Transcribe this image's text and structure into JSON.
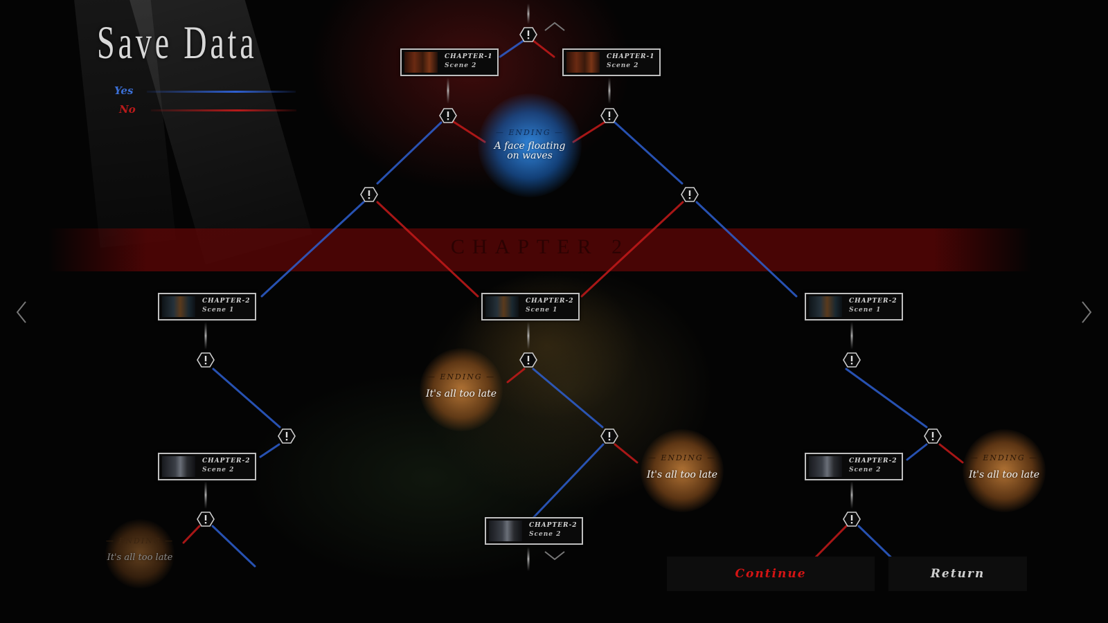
{
  "header": {
    "title": "Save Data"
  },
  "legend": {
    "yes_label": "Yes",
    "no_label": "No",
    "yes_color": "#2e5fd0",
    "no_color": "#b81a1a"
  },
  "chapter_band": {
    "label": "CHAPTER 2"
  },
  "scenes": [
    {
      "chapter": "CHAPTER-1",
      "scene": "Scene 2",
      "thumb": "warm"
    },
    {
      "chapter": "CHAPTER-1",
      "scene": "Scene 2",
      "thumb": "warm"
    },
    {
      "chapter": "CHAPTER-2",
      "scene": "Scene 1",
      "thumb": "cool"
    },
    {
      "chapter": "CHAPTER-2",
      "scene": "Scene 1",
      "thumb": "cool"
    },
    {
      "chapter": "CHAPTER-2",
      "scene": "Scene 1",
      "thumb": "cool"
    },
    {
      "chapter": "CHAPTER-2",
      "scene": "Scene 2",
      "thumb": "figure"
    },
    {
      "chapter": "CHAPTER-2",
      "scene": "Scene 2",
      "thumb": "figure"
    },
    {
      "chapter": "CHAPTER-2",
      "scene": "Scene 2",
      "thumb": "figure"
    }
  ],
  "endings": [
    {
      "tag": "— ENDING —",
      "title": "A face floating on waves",
      "glow": "blue"
    },
    {
      "tag": "— ENDING —",
      "title": "It's all too late",
      "glow": "orange"
    },
    {
      "tag": "— ENDING —",
      "title": "It's all too late",
      "glow": "orange"
    },
    {
      "tag": "— ENDING —",
      "title": "It's all too late",
      "glow": "orange"
    },
    {
      "tag": "— ENDING —",
      "title": "It's all too late",
      "glow": "dim"
    }
  ],
  "icons": {
    "decision": "exclamation-hexagon-icon",
    "left": "chevron-left-icon",
    "right": "chevron-right-icon",
    "up": "chevron-up-icon",
    "down": "chevron-down-icon"
  },
  "buttons": {
    "continue_label": "Continue",
    "return_label": "Return",
    "continue_color": "#d41414"
  }
}
